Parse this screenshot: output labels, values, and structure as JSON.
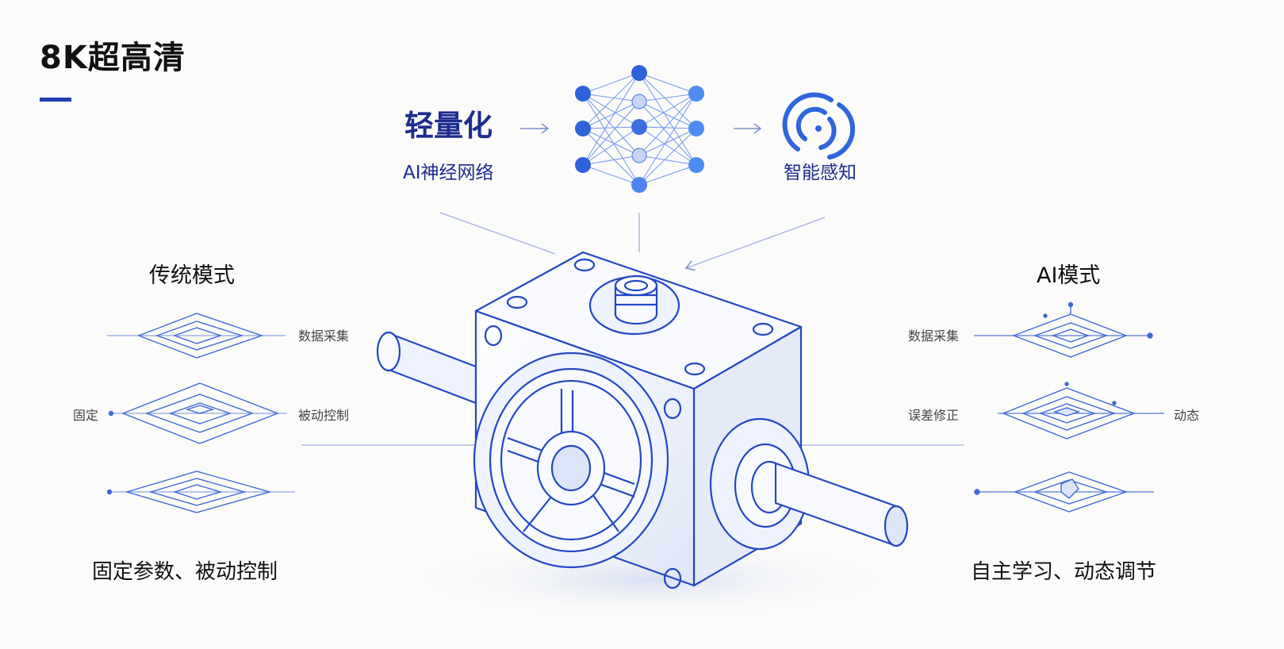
{
  "page": {
    "title": "8K超高清",
    "accent_color": "#1f3fb5"
  },
  "top_flow": {
    "title": "轻量化",
    "subtitle": "AI神经网络",
    "right_label": "智能感知",
    "network_icon": "neural-network-icon",
    "sensing_icon": "wireless-sensing-icon"
  },
  "traditional": {
    "title": "传统模式",
    "labels": [
      "数据采集",
      "固定",
      "被动控制"
    ],
    "summary": "固定参数、被动控制"
  },
  "ai": {
    "title": "AI模式",
    "labels": [
      "数据采集",
      "误差修正",
      "动态"
    ],
    "summary": "自主学习、动态调节"
  },
  "center": {
    "icon": "gearbox-icon",
    "line_color": "#2b55d6"
  }
}
